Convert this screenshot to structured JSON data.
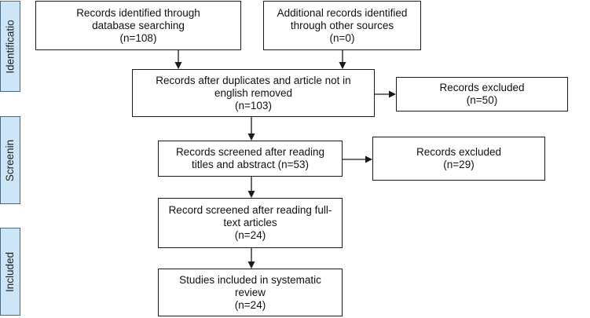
{
  "phases": {
    "identification": "Identificatio",
    "screening": "Screenin",
    "included": "Included"
  },
  "boxes": {
    "database": [
      "Records identified through",
      "database searching",
      "(n=108)"
    ],
    "other_sources": [
      "Additional records identified",
      "through other sources",
      "(n=0)"
    ],
    "after_duplicates": [
      "Records after duplicates and article not in",
      "english removed",
      "(n=103)"
    ],
    "excluded_first": [
      "Records excluded",
      "(n=50)"
    ],
    "screened_titles": [
      "Records screened after reading",
      "titles and abstract (n=53)"
    ],
    "excluded_second": [
      "Records excluded",
      "(n=29)"
    ],
    "screened_fulltext": [
      "Record screened after reading full-",
      "text articles",
      "(n=24)"
    ],
    "included_studies": [
      "Studies included in systematic",
      "review",
      "(n=24)"
    ]
  },
  "colors": {
    "phase_fill": "#cde6f7",
    "phase_border": "#4a6a85",
    "line": "#1a1a1a"
  }
}
